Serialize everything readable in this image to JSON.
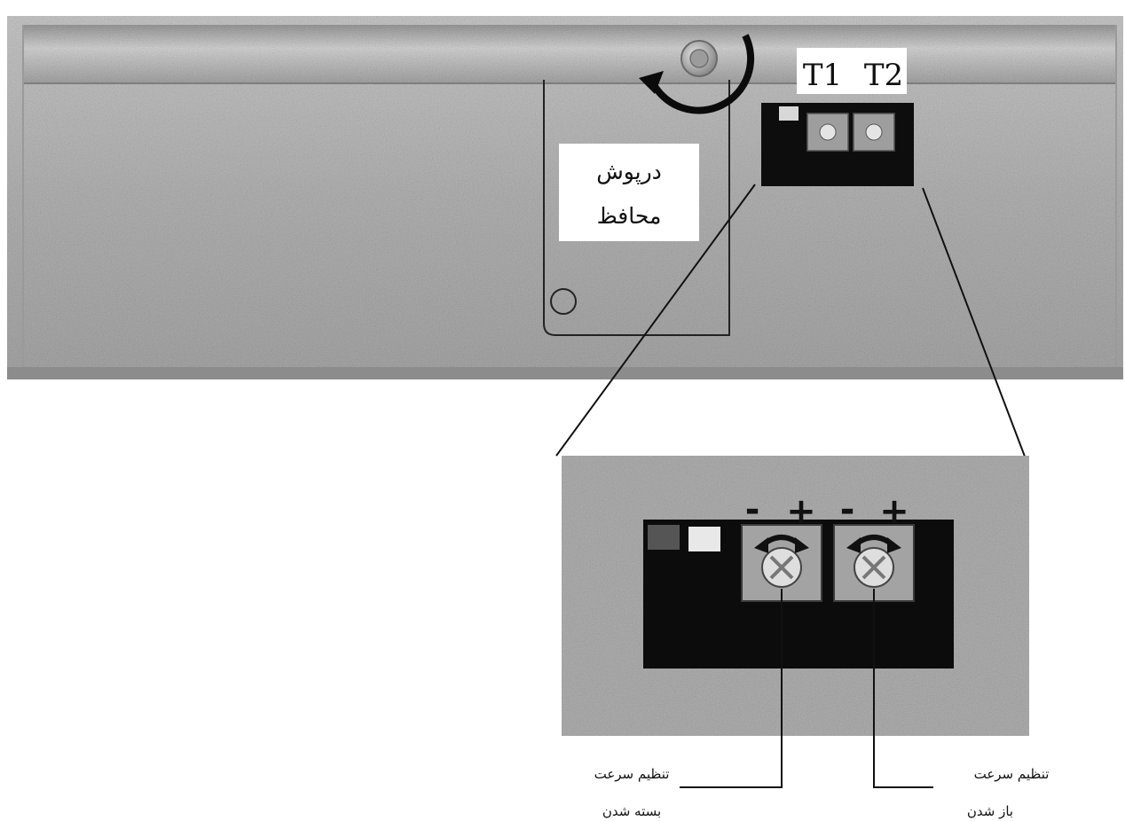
{
  "device": {
    "potentiometer_labels": [
      "T1",
      "T2"
    ],
    "cover_label_line1": "درپوش",
    "cover_label_line2": "محافظ"
  },
  "detail": {
    "minus_sign": "-",
    "plus_sign": "+"
  },
  "callouts": {
    "left_line1": "تنظیم سرعت",
    "left_line2": "بسته شدن",
    "right_line1": "تنظیم سرعت",
    "right_line2": "باز شدن"
  },
  "colors": {
    "metal": "#b9b9b9",
    "metal_dark": "#8f8f8f",
    "opening": "#0d0d0d",
    "line": "#111111"
  }
}
